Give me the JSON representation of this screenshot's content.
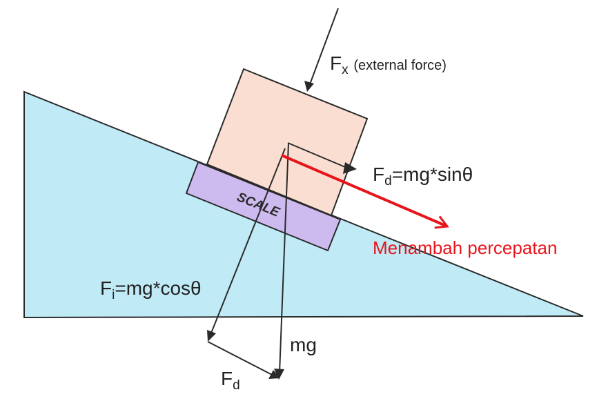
{
  "labels": {
    "fx_main": "F",
    "fx_sub": "x",
    "fx_desc": "(external force)",
    "fd_eq_main": "F",
    "fd_eq_sub": "d",
    "fd_eq_rest": "=mg*sinθ",
    "fi_main": "F",
    "fi_sub": "i",
    "fi_rest": "=mg*cosθ",
    "mg": "mg",
    "fd_bottom_main": "F",
    "fd_bottom_sub": "d",
    "scale": "SCALE",
    "annotation": "Menambah percepatan"
  },
  "colors": {
    "incline": "#bfeaf6",
    "block": "#fbded2",
    "scale": "#cdbbef",
    "annotation": "#e8141c",
    "line": "#2a2a2a"
  }
}
